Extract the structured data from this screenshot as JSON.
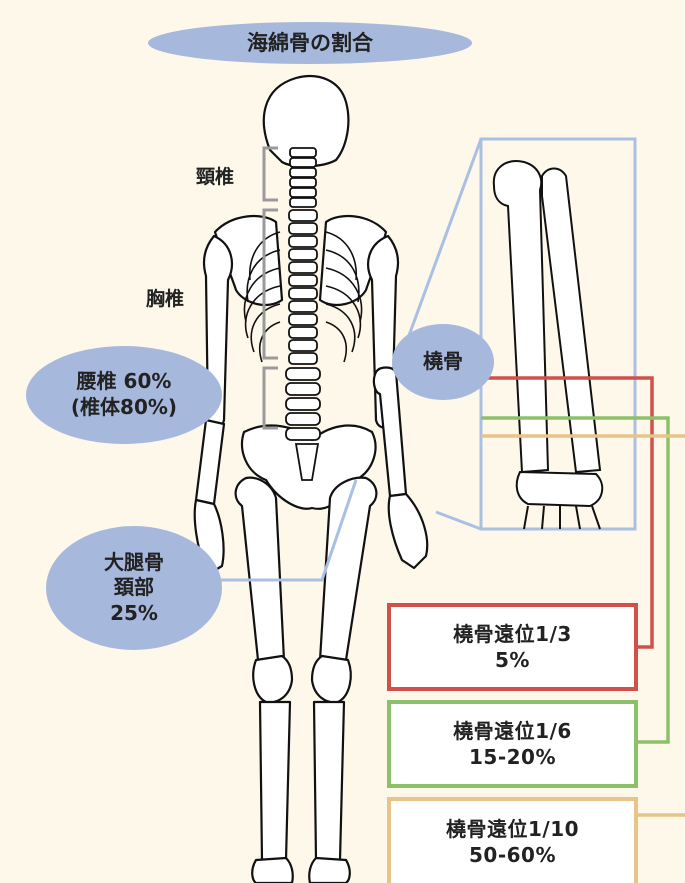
{
  "title": "海綿骨の割合",
  "labels": {
    "cervical": "頸椎",
    "thoracic": "胸椎",
    "lumbar_line1": "腰椎 60%",
    "lumbar_line2": "(椎体80%)",
    "radius": "橈骨",
    "femur_line1": "大腿骨",
    "femur_line2": "頚部",
    "femur_line3": "25%"
  },
  "boxes": [
    {
      "line1": "橈骨遠位1/3",
      "line2": "5%",
      "color": "#d0504a"
    },
    {
      "line1": "橈骨遠位1/6",
      "line2": "15-20%",
      "color": "#8cc06a"
    },
    {
      "line1": "橈骨遠位1/10",
      "line2": "50-60%",
      "color": "#e8c488"
    }
  ],
  "colors": {
    "background": "#fdf8ea",
    "pill": "#a7b8dd",
    "radius_frame": "#a9bfe3",
    "bracket": "#9a9a9a",
    "bone_outline": "#111111"
  }
}
